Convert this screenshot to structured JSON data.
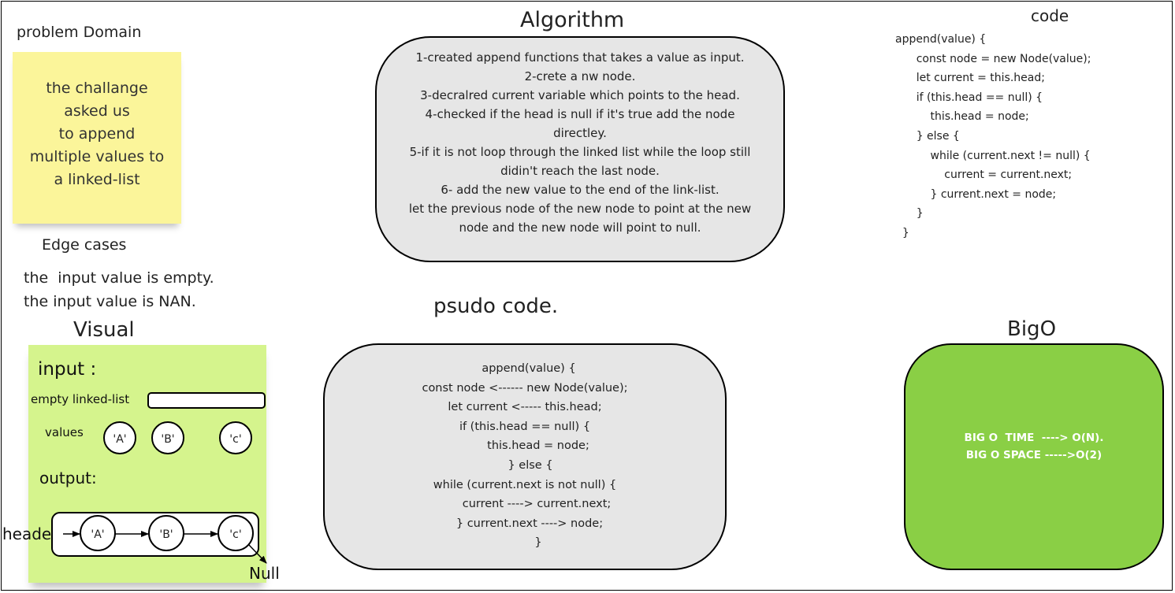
{
  "problem": {
    "heading": "problem Domain",
    "sticky_lines": [
      "the challange",
      "asked us",
      "to append",
      "multiple values to",
      "a linked-list"
    ]
  },
  "edge_cases": {
    "heading": "Edge cases",
    "items": [
      "the  input value is empty.",
      "the input value is NAN."
    ]
  },
  "visual": {
    "heading": "Visual",
    "input_label": "input :",
    "empty_list_label": "empty linked-list",
    "values_label": "values",
    "values": [
      "'A'",
      "'B'",
      "'c'"
    ],
    "output_label": "output:",
    "header_label": "header",
    "output_nodes": [
      "'A'",
      "'B'",
      "'c'"
    ],
    "null_label": "Null"
  },
  "algorithm": {
    "heading": "Algorithm",
    "lines": [
      "1-created append functions that takes a value as input.",
      "2-crete a nw node.",
      "3-decralred current variable which points to the head.",
      "4-checked if the head is null if it's true add the node",
      "directley.",
      "5-if it is not loop through the linked list while the loop still",
      "didin't reach the last node.",
      "6- add the new value to the end of the link-list.",
      "let the previous node of the new node to point at the new",
      "node and the new node will point to null."
    ]
  },
  "pseudo": {
    "heading": "psudo code.",
    "lines": [
      "append(value) {",
      "const node <------ new Node(value);",
      "let current <----- this.head;",
      "if (this.head == null) {",
      "this.head = node;",
      "} else {",
      "while (current.next is not null) {",
      "current ----> current.next;",
      "} current.next ----> node;",
      "}"
    ]
  },
  "code": {
    "heading": "code",
    "lines": [
      "append(value) {",
      "      const node = new Node(value);",
      "      let current = this.head;",
      "      if (this.head == null) {",
      "          this.head = node;",
      "      } else {",
      "          while (current.next != null) {",
      "              current = current.next;",
      "          } current.next = node;",
      "      }",
      "  }"
    ]
  },
  "bigo": {
    "heading": "BigO",
    "lines": [
      "BIG O  TIME  ----> O(N).",
      "BIG O SPACE ----->O(2)"
    ]
  }
}
